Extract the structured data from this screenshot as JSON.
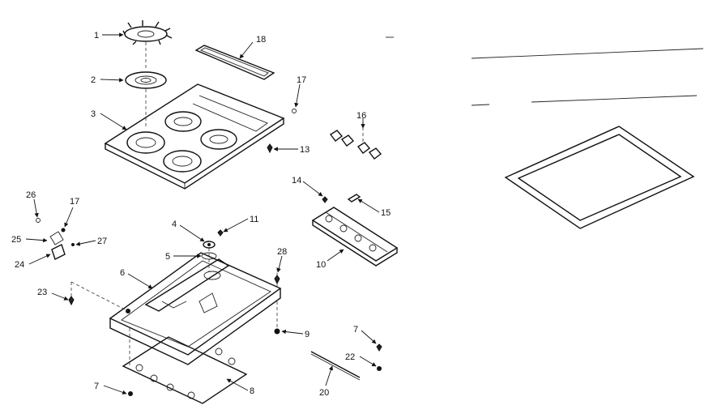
{
  "diagram": {
    "callouts": {
      "c1": "1",
      "c2": "2",
      "c3": "3",
      "c4": "4",
      "c5": "5",
      "c6": "6",
      "c7a": "7",
      "c7b": "7",
      "c8": "8",
      "c9": "9",
      "c10": "10",
      "c11": "11",
      "c13": "13",
      "c14": "14",
      "c15": "15",
      "c16": "16",
      "c17a": "17",
      "c17b": "17",
      "c18": "18",
      "c20": "20",
      "c22": "22",
      "c23": "23",
      "c24": "24",
      "c25": "25",
      "c26": "26",
      "c27": "27",
      "c28": "28"
    }
  }
}
